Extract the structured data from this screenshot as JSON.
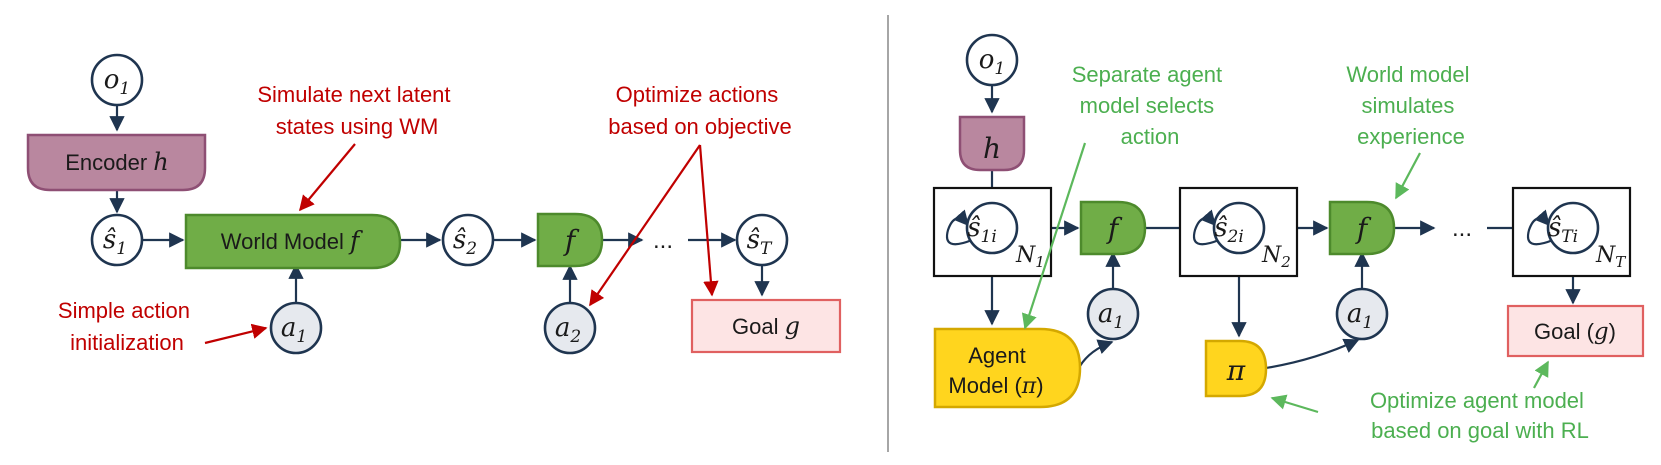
{
  "left": {
    "observation": {
      "base": "o",
      "sub": "1"
    },
    "encoder": {
      "label": "Encoder ",
      "symbol": "h"
    },
    "state1": {
      "base": "ŝ",
      "sub": "1"
    },
    "world_model": {
      "label": "World Model ",
      "symbol": "f"
    },
    "state2": {
      "base": "ŝ",
      "sub": "2"
    },
    "f_block": {
      "symbol": "f"
    },
    "ellipsis": "...",
    "stateT": {
      "base": "ŝ",
      "sub": "T"
    },
    "action1": {
      "base": "a",
      "sub": "1"
    },
    "action2": {
      "base": "a",
      "sub": "2"
    },
    "goal": {
      "label": "Goal ",
      "symbol": "g"
    },
    "annotations": {
      "simulate": [
        "Simulate next latent",
        "states using WM"
      ],
      "optimize": [
        "Optimize actions",
        "based on objective"
      ],
      "init": [
        "Simple action",
        "initialization"
      ]
    }
  },
  "right": {
    "observation": {
      "base": "o",
      "sub": "1"
    },
    "encoder": {
      "symbol": "h"
    },
    "state1": {
      "base": "ŝ",
      "sub": "1i",
      "n": "N",
      "n_sub": "1"
    },
    "state2": {
      "base": "ŝ",
      "sub": "2i",
      "n": "N",
      "n_sub": "2"
    },
    "stateT": {
      "base": "ŝ",
      "sub": "Ti",
      "n": "N",
      "n_sub": "T"
    },
    "f1": {
      "symbol": "f"
    },
    "f2": {
      "symbol": "f"
    },
    "ellipsis": "...",
    "action_a": {
      "base": "a",
      "sub": "1"
    },
    "action_b": {
      "base": "a",
      "sub": "1"
    },
    "agent_model": {
      "line1": "Agent",
      "line2": "Model (",
      "symbol": "π",
      "close": ")"
    },
    "pi": {
      "symbol": "π"
    },
    "goal": {
      "label": "Goal (",
      "symbol": "g",
      "close": ")"
    },
    "annotations": {
      "separate": [
        "Separate agent",
        "model selects",
        "action"
      ],
      "world": [
        "World model",
        "simulates",
        "experience"
      ],
      "optimize": [
        "Optimize agent model",
        "based on goal with RL"
      ]
    }
  },
  "colors": {
    "encoder_fill": "#b9879f",
    "encoder_stroke": "#8e4f74",
    "wm_fill": "#70ad47",
    "wm_stroke": "#4d8a2c",
    "goal_fill": "#fde4e4",
    "goal_stroke": "#e06060",
    "agent_fill": "#ffd51e",
    "agent_stroke": "#d4a800",
    "red": "#c00000",
    "green": "#5cb85c",
    "node_stroke": "#1f3550"
  }
}
